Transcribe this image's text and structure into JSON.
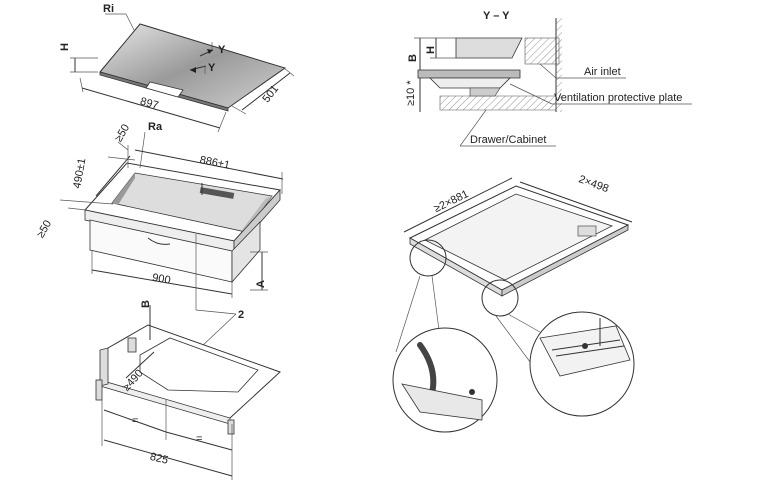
{
  "labels": {
    "ri": "Ri",
    "ra": "Ra",
    "h": "H",
    "y": "Y",
    "y2": "Y",
    "dim_897": "897",
    "dim_501": "501",
    "dim_886": "886±1",
    "dim_490": "490±1",
    "dim_50a": "≥50",
    "dim_50b": "≥50",
    "dim_900": "900",
    "dim_a": "A",
    "dim_b_top": "B",
    "dim_h_top": "H",
    "dim_10": "≥10 *",
    "section": "Y – Y",
    "air_inlet": "Air inlet",
    "vent_plate": "Ventilation protective plate",
    "drawer": "Drawer/Cabinet",
    "dim_2x881": "≥2×881",
    "dim_2x498": "2×498",
    "item_2": "2",
    "dim_b_bottom": "B",
    "dim_490_bottom": "≥490",
    "eq1": "=",
    "eq2": "=",
    "dim_825": "825"
  }
}
